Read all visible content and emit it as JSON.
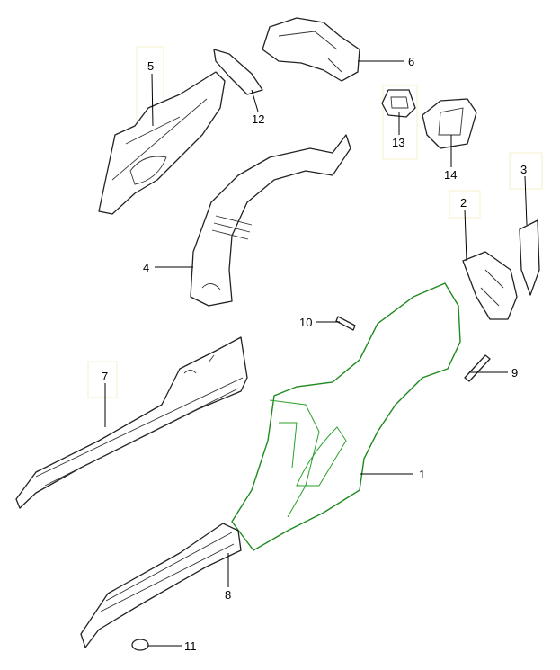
{
  "diagram": {
    "title": "Side panel parts diagram",
    "highlight_color": "#1f8a1f",
    "callouts": [
      {
        "id": "1",
        "label": "1"
      },
      {
        "id": "2",
        "label": "2"
      },
      {
        "id": "3",
        "label": "3"
      },
      {
        "id": "4",
        "label": "4"
      },
      {
        "id": "5",
        "label": "5"
      },
      {
        "id": "6",
        "label": "6"
      },
      {
        "id": "7",
        "label": "7"
      },
      {
        "id": "8",
        "label": "8"
      },
      {
        "id": "9",
        "label": "9"
      },
      {
        "id": "10",
        "label": "10"
      },
      {
        "id": "11",
        "label": "11"
      },
      {
        "id": "12",
        "label": "12"
      },
      {
        "id": "13",
        "label": "13"
      },
      {
        "id": "14",
        "label": "14"
      }
    ]
  }
}
